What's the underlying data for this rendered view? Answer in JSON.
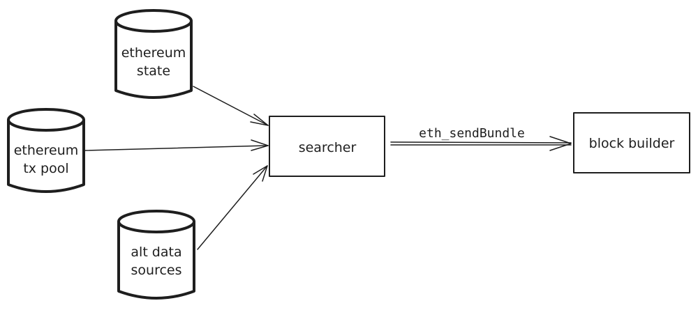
{
  "nodes": {
    "eth_state": {
      "line1": "ethereum",
      "line2": "state"
    },
    "tx_pool": {
      "line1": "ethereum",
      "line2": "tx pool"
    },
    "alt_data": {
      "line1": "alt data",
      "line2": "sources"
    },
    "searcher": {
      "label": "searcher"
    },
    "block_builder": {
      "label": "block builder"
    }
  },
  "edges": {
    "searcher_to_builder": {
      "label": "eth_sendBundle"
    }
  }
}
